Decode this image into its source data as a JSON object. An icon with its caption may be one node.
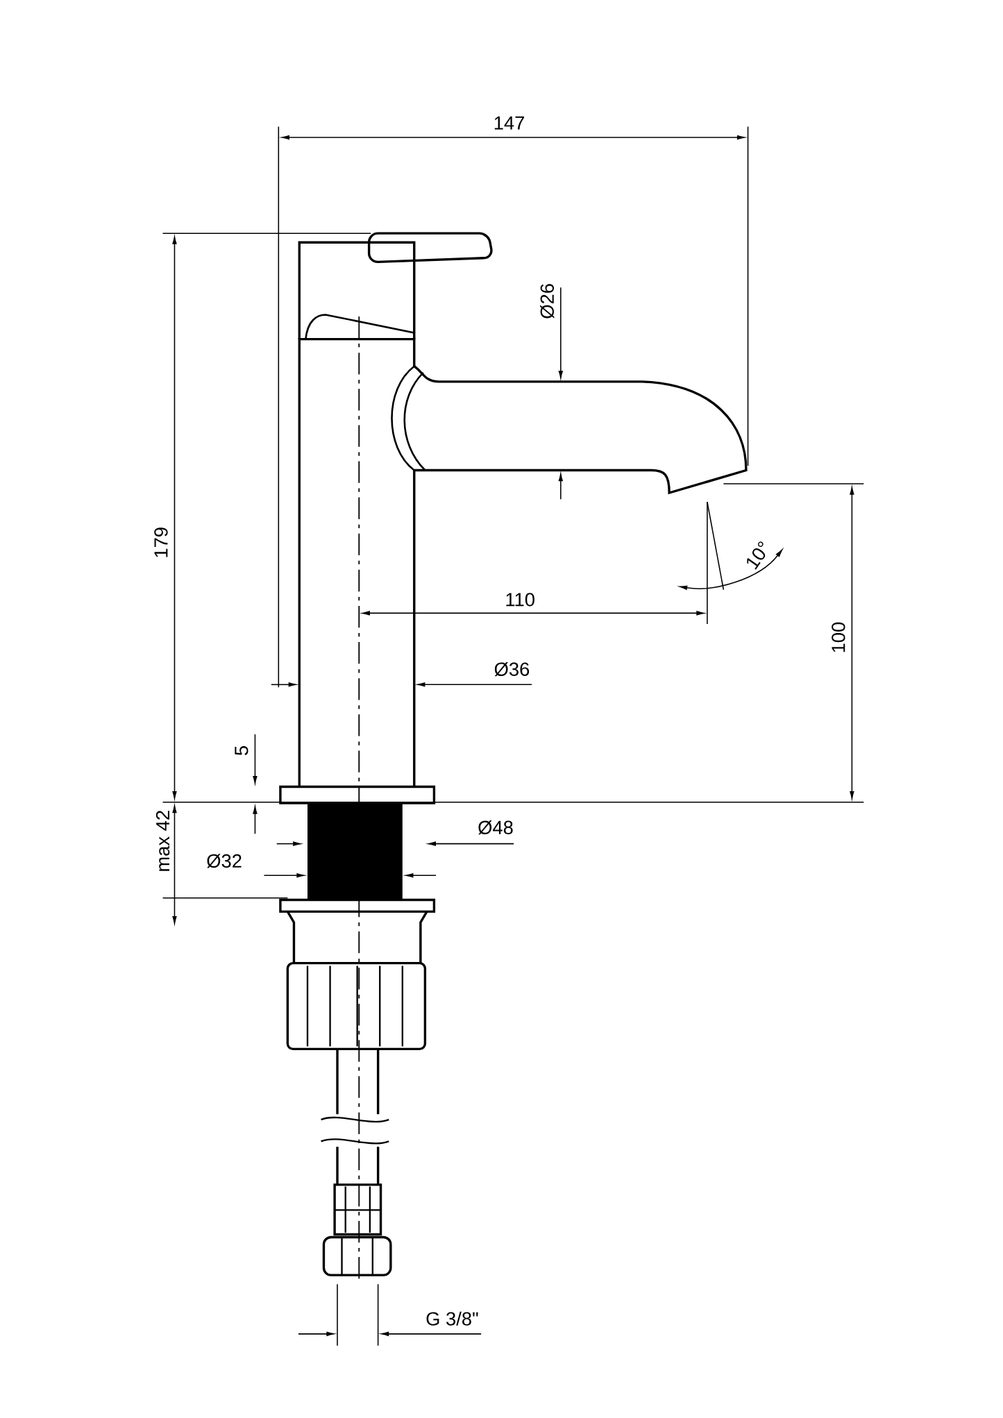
{
  "diagram": {
    "labels": [
      "147",
      "Ø26",
      "179",
      "10°",
      "110",
      "100",
      "Ø36",
      "5",
      "Ø48",
      "max 42",
      "Ø32",
      "G 3/8\""
    ]
  }
}
